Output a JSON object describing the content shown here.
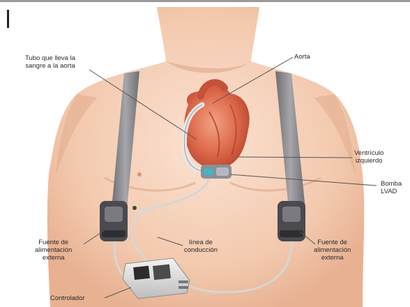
{
  "labels": {
    "tube": [
      "Tubo que lleva la",
      "sangre a la aorta"
    ],
    "aorta": "Aorta",
    "ventricle": [
      "Ventrículo",
      "izquierdo"
    ],
    "pump": [
      "Bomba",
      "LVAD"
    ],
    "source_left": [
      "Fuente de",
      "alimentación",
      "externa"
    ],
    "driveline": [
      "línea de",
      "conducción"
    ],
    "source_right": [
      "Fuente de",
      "alimentación",
      "externa"
    ],
    "controller": "Controlador"
  },
  "colors": {
    "skin": "#f4cdb4",
    "skin_shadow": "#e9b597",
    "strap": "#8e8e93",
    "heart": "#e0694a",
    "cable": "#d9d9d9",
    "leader": "#555555"
  }
}
